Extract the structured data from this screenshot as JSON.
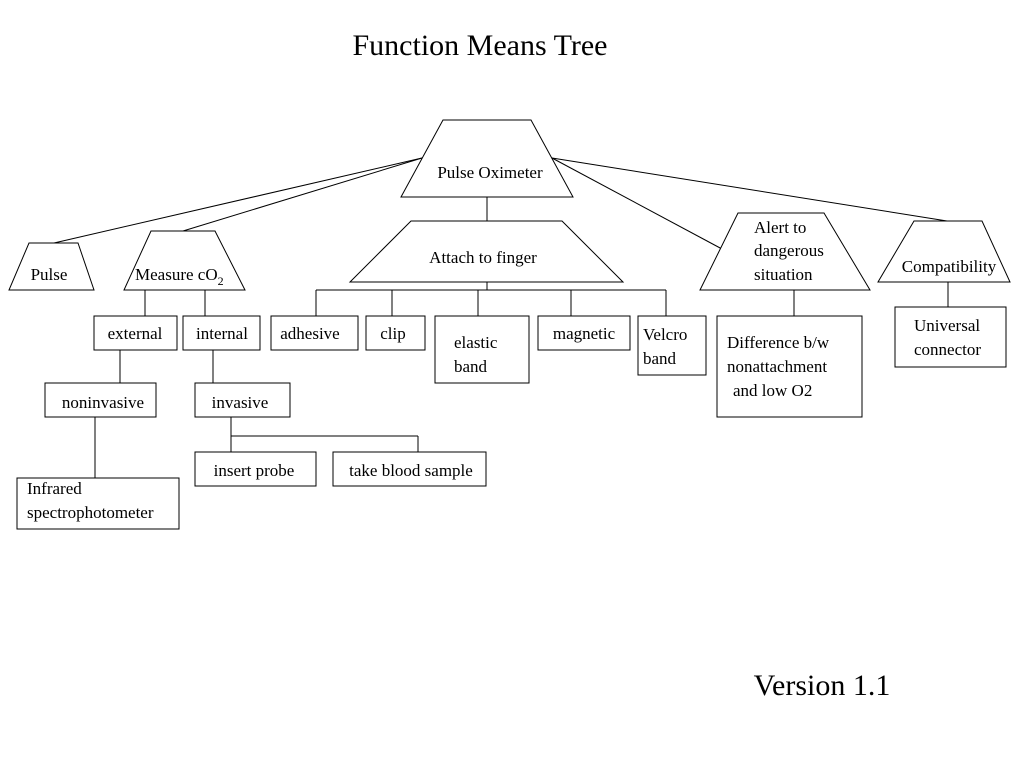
{
  "title": "Function Means Tree",
  "version": "Version 1.1",
  "nodes": {
    "pulse_oximeter": "Pulse Oximeter",
    "pulse": "Pulse",
    "measure_co2": {
      "main": "Measure cO",
      "subscript": "2"
    },
    "attach_to_finger": "Attach to finger",
    "alert": [
      "Alert to",
      "dangerous",
      "situation"
    ],
    "compatibility": "Compatibility",
    "external": "external",
    "internal": "internal",
    "adhesive": "adhesive",
    "clip": "clip",
    "elastic_band": [
      "elastic",
      "band"
    ],
    "magnetic": "magnetic",
    "velcro_band": [
      "Velcro",
      "band"
    ],
    "difference": [
      "Difference b/w",
      "nonattachment",
      "and low O2"
    ],
    "universal_connector": [
      "Universal",
      "connector"
    ],
    "noninvasive": "noninvasive",
    "invasive": "invasive",
    "insert_probe": "insert probe",
    "take_blood_sample": "take blood sample",
    "infrared": [
      "Infrared",
      "spectrophotometer"
    ]
  }
}
